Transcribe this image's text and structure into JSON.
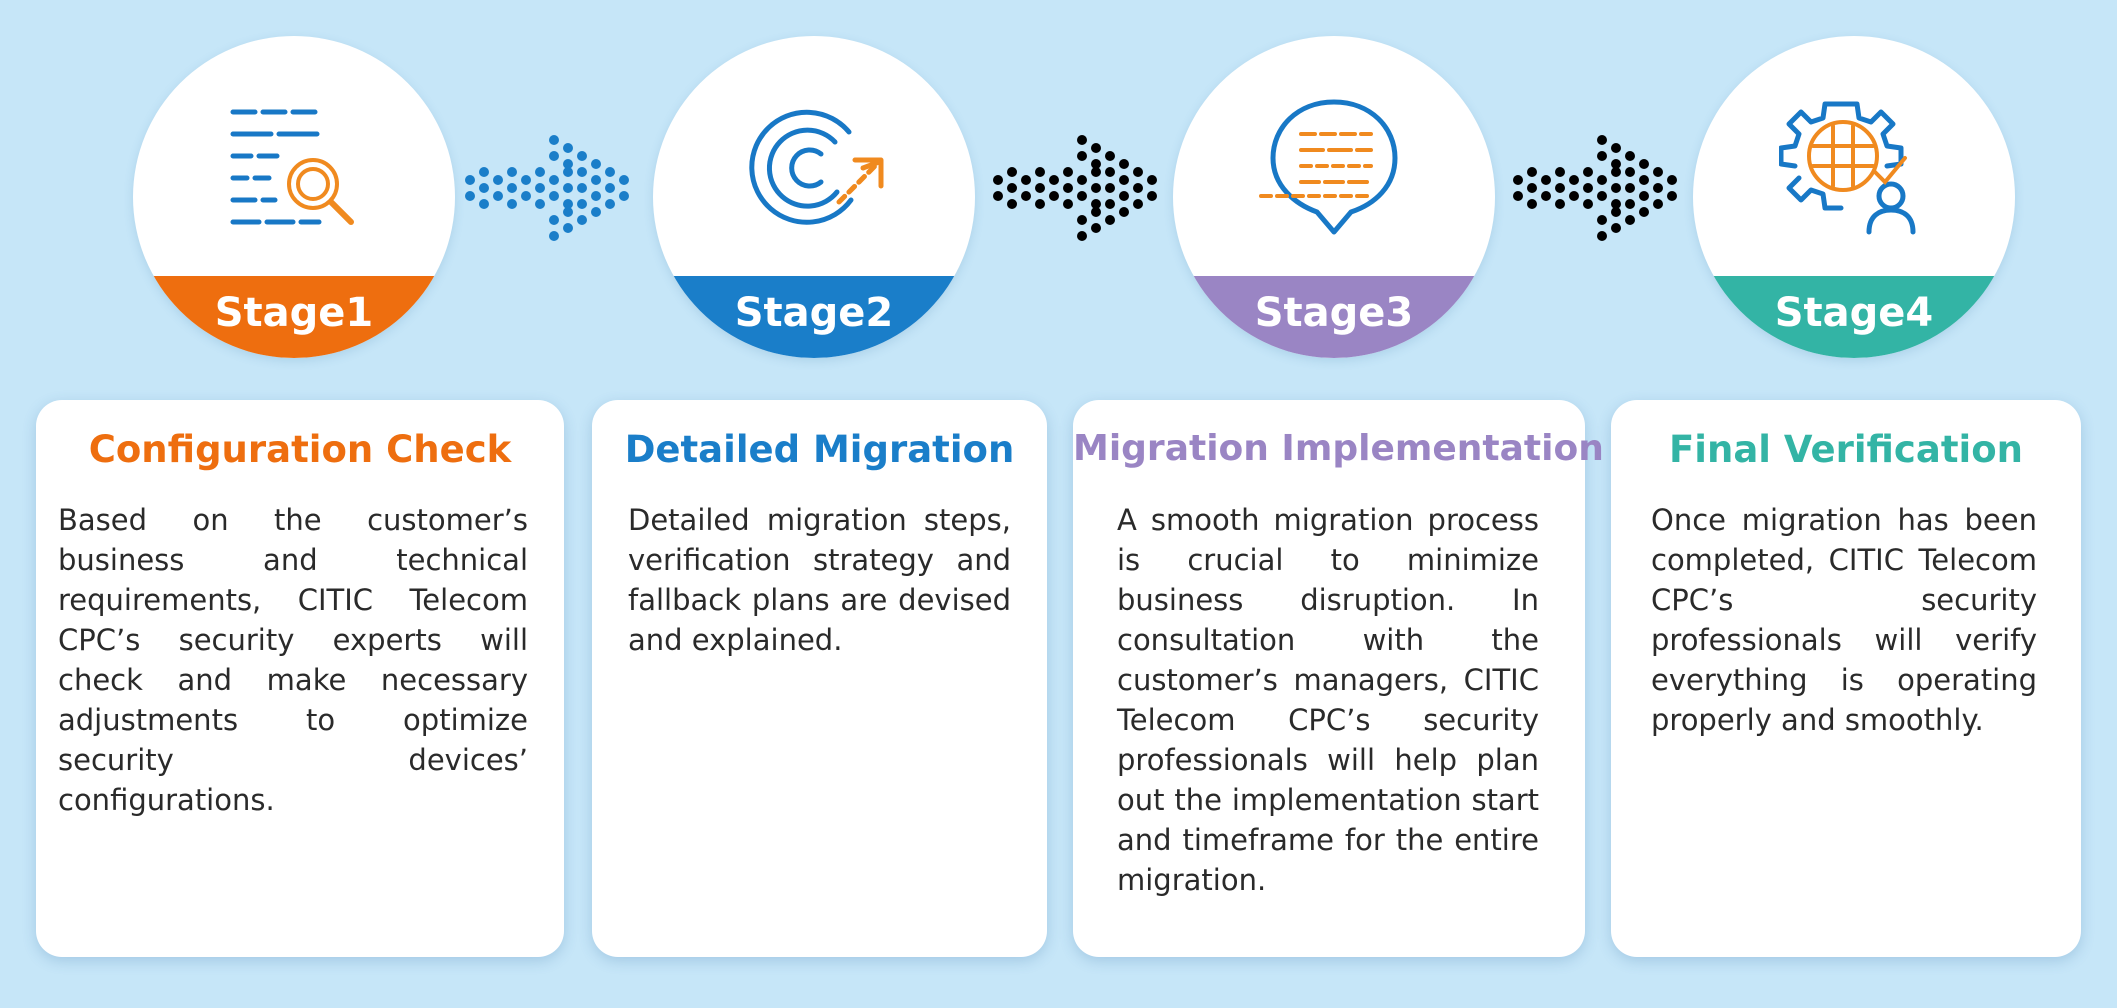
{
  "colors": {
    "background": "#c6e6f8",
    "stage1": "#ee6e0f",
    "stage2": "#1a7ec9",
    "stage3": "#9a85c4",
    "stage4": "#33b4a5",
    "icon_blue": "#1878c6",
    "icon_orange": "#f08a1f"
  },
  "stages": [
    {
      "label": "Stage1",
      "icon": "document-search-icon",
      "title": "Configuration Check",
      "body": "Based on the customer’s business and technical requirements, CITIC Telecom CPC’s security experts will check and make necessary adjustments to optimize security devices’ configurations."
    },
    {
      "label": "Stage2",
      "icon": "migration-rocket-icon",
      "title": "Detailed Migration",
      "body": "Detailed migration steps, verification strategy and fallback plans are devised and explained."
    },
    {
      "label": "Stage3",
      "icon": "consultation-bubble-icon",
      "title": "Migration Implementation",
      "body": "A smooth migration process is crucial to minimize business disruption. In consultation with the customer’s managers, CITIC Telecom CPC’s security professionals will help plan out the implementation start and timeframe for the entire migration."
    },
    {
      "label": "Stage4",
      "icon": "gear-verify-user-icon",
      "title": "Final Verification",
      "body": "Once migration has been completed, CITIC Telecom CPC’s security professionals will verify everything is operating properly and smoothly."
    }
  ]
}
